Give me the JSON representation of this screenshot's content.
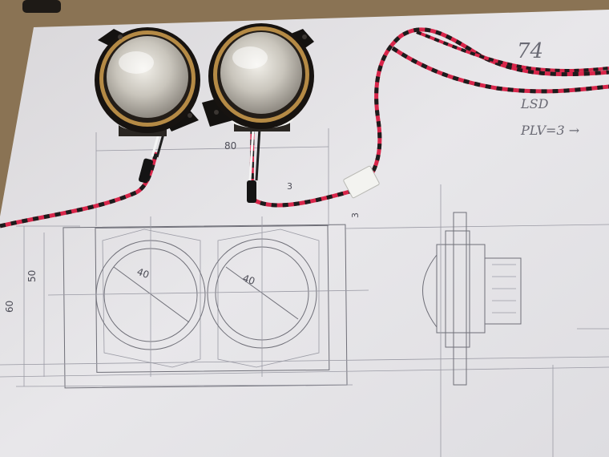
{
  "scene": {
    "description_free": true,
    "dimensions": {
      "width_label": "80",
      "height_outer_label": "60",
      "height_inner_label": "50",
      "offset_top_label": "3",
      "offset_side_label": "3",
      "lens_left_diameter_label": "40",
      "lens_right_diameter_label": "40"
    },
    "notes": {
      "top_right": "74",
      "line_2": "LSD",
      "line_3": "PLV=3 →"
    },
    "colors": {
      "paper": "#e9e8ea",
      "table": "#8a7354",
      "wire_red": "#d8264a",
      "wire_black": "#1c1c1c",
      "lens_rim": "#1a1410",
      "lens_glass": "#d7d4cd",
      "lens_copper": "#b58a45"
    }
  }
}
